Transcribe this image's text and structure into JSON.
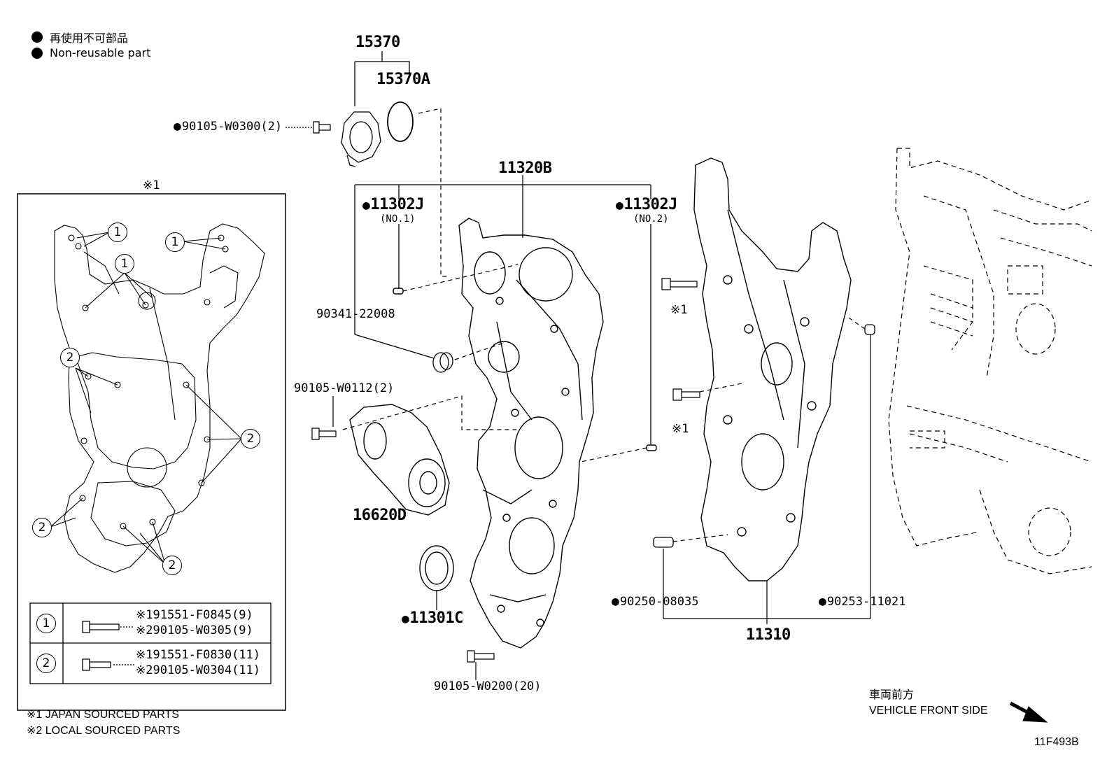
{
  "legend": {
    "japanese": "再使用不可部品",
    "english": "Non-reusable part"
  },
  "inset": {
    "title": "※1",
    "callout_1": "1",
    "callout_2": "2",
    "table": [
      {
        "ref": "1",
        "line1": "※191551-F0845(9)",
        "line2": "※290105-W0305(9)"
      },
      {
        "ref": "2",
        "line1": "※191551-F0830(11)",
        "line2": "※290105-W0304(11)"
      }
    ]
  },
  "footnotes": {
    "note1": "※1 JAPAN SOURCED PARTS",
    "note2": "※2 LOCAL SOURCED PARTS"
  },
  "parts": {
    "p15370": "15370",
    "p15370A": "15370A",
    "p90105_W0300": "90105-W0300(2)",
    "p11320B": "11320B",
    "p11302J_a": "11302J",
    "p11302J_a_sub": "(NO.1)",
    "p11302J_b": "11302J",
    "p11302J_b_sub": "(NO.2)",
    "p90341": "90341-22008",
    "p90105_W0112": "90105-W0112(2)",
    "p16620D": "16620D",
    "p11301C": "11301C",
    "p90105_W0200": "90105-W0200(20)",
    "p90250": "90250-08035",
    "p90253": "90253-11021",
    "p11310": "11310",
    "mark1_a": "※1",
    "mark1_b": "※1"
  },
  "orientation": {
    "japanese": "車両前方",
    "english": "VEHICLE FRONT SIDE"
  },
  "figure_id": "11F493B"
}
